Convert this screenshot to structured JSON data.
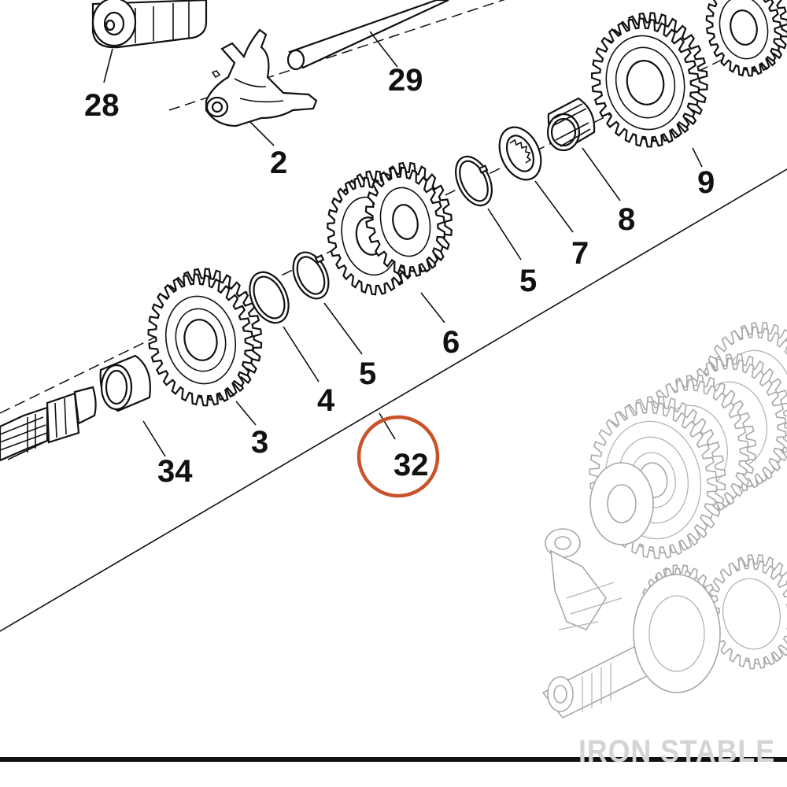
{
  "diagram": {
    "callouts": [
      "28",
      "29",
      "2",
      "9",
      "8",
      "7",
      "5",
      "6",
      "5",
      "4",
      "3",
      "34",
      "32"
    ],
    "highlighted_callout": "32",
    "highlight_color": "#c8532b",
    "ink_color": "#111111",
    "watermark": "IRON STABLE"
  }
}
